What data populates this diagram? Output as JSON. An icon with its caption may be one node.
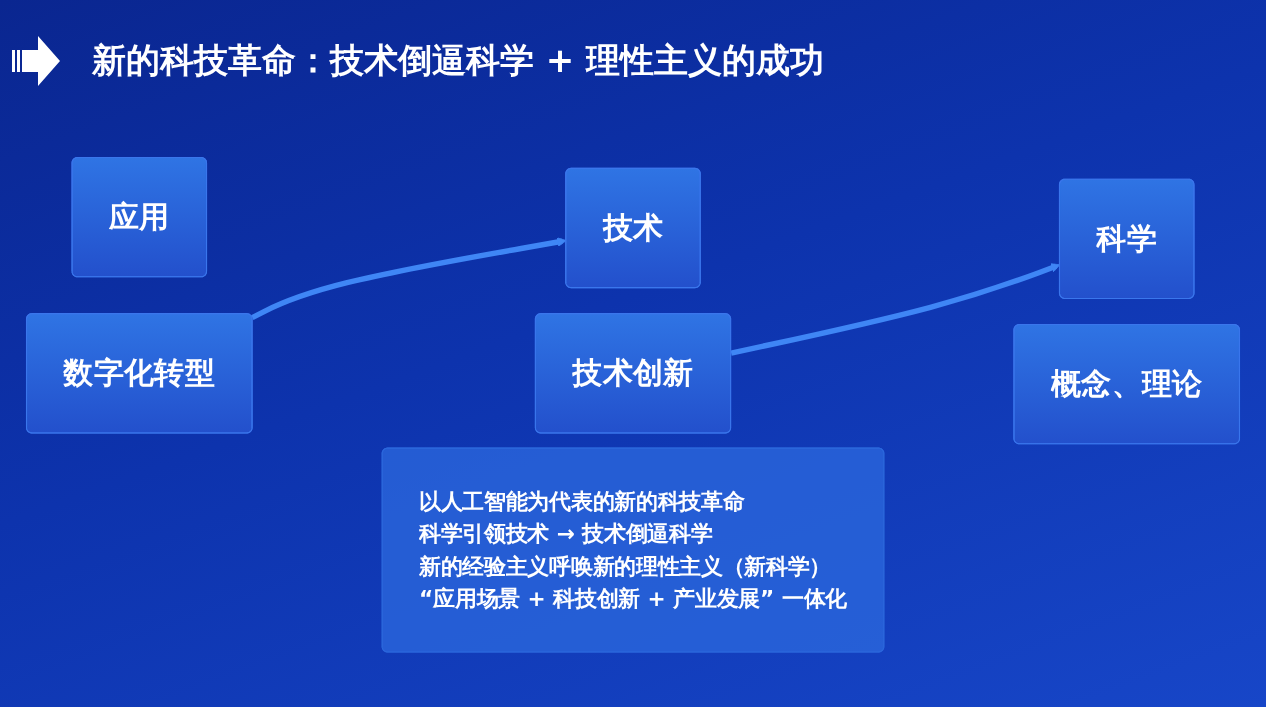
{
  "diagram": {
    "title": "新的科技革命：技术倒逼科学 + 理性主义的成功",
    "nodes": [
      {
        "text": [
          "应用"
        ]
      },
      {
        "text": [
          "数字化转型"
        ]
      },
      {
        "text": [
          "技术"
        ]
      },
      {
        "text": [
          "技术创新"
        ]
      },
      {
        "text": [
          "科学"
        ]
      },
      {
        "text": [
          "概念、理论"
        ]
      },
      {
        "text": [
          "以人工智能为代表的新的科技革命",
          "科学引领技术 → 技术倒逼科学",
          "新的经验主义呼唤新的理性主义（新科学）",
          "“应用场景 + 科技创新 + 产业发展” 一体化"
        ]
      }
    ],
    "edges": [
      {
        "from": 1,
        "to": 2,
        "arrow": "to"
      },
      {
        "from": 3,
        "to": 4,
        "arrow": "to"
      }
    ]
  }
}
